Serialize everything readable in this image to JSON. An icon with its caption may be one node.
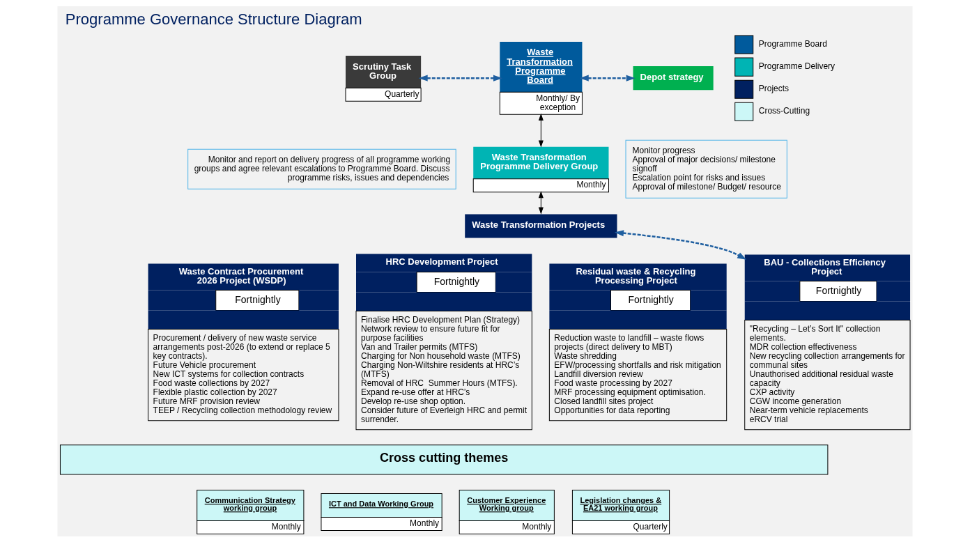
{
  "diagram": {
    "title": "Programme Governance Structure Diagram",
    "nodes": [
      {
        "text": [
          "Scrutiny Task Group"
        ],
        "beside": [
          "Quarterly"
        ]
      },
      {
        "text": [
          "Waste Transformation Programme Board"
        ],
        "beside": [
          "Monthly/ By exception"
        ]
      },
      {
        "text": [
          "Depot strategy"
        ]
      },
      {
        "text": [
          "Monitor progress",
          "Approval of major decisions/ milestone signoff",
          "Escalation point for risks and issues",
          "Approval of milestone/ Budget/ resource"
        ]
      },
      {
        "text": [
          "Waste Transformation Programme Delivery Group"
        ],
        "beside": [
          "Monthly"
        ]
      },
      {
        "text": [
          "Monitor and report on delivery progress of all programme working groups and agree relevant escalations to Programme Board. Discuss programme risks, issues and dependencies"
        ]
      },
      {
        "text": [
          "Waste Transformation Projects"
        ]
      },
      {
        "text": [
          "Waste Contract Procurement 2026 Project (WSDP)",
          "Fortnightly",
          "Procurement / delivery of new waste service arrangements post-2026 (to extend or replace 5 key contracts).",
          "Future Vehicle procurement",
          "New ICT systems for collection contracts",
          "Food waste collections by 2027",
          "Flexible plastic collection by 2027",
          "Future MRF provision review",
          "TEEP / Recycling collection methodology review"
        ]
      },
      {
        "text": [
          "HRC Development Project",
          "Fortnightly",
          "Finalise HRC Development Plan (Strategy)",
          "Network review to ensure future fit for purpose facilities",
          "Van and Trailer permits (MTFS)",
          "Charging for Non household waste (MTFS)",
          "Charging Non-Wiltshire residents at HRC’s (MTFS)",
          "Removal of HRC  Summer Hours (MTFS).",
          "Expand re-use offer at HRC’s",
          "Develop re-use shop option.",
          "Consider future of Everleigh HRC and permit surrender."
        ]
      },
      {
        "text": [
          "Residual waste & Recycling Processing Project",
          "Fortnightly",
          "Reduction waste to landfill – waste flows projects (direct delivery to MBT)",
          "Waste shredding",
          "EFW/processing shortfalls and risk mitigation",
          "Landfill diversion review",
          "Food waste processing by 2027",
          "MRF processing equipment optimisation.",
          "Closed landfill sites project",
          "Opportunities for data reporting"
        ]
      },
      {
        "text": [
          "BAU - Collections Efficiency Project",
          "Fortnightly",
          "\"Recycling – Let’s Sort It\" collection elements.",
          "MDR collection effectiveness",
          "New recycling collection arrangements for communal sites",
          "Unauthorised additional residual waste capacity",
          "CXP activity",
          "CGW income generation",
          "Near-term vehicle replacements",
          "eRCV trial"
        ]
      },
      {
        "text": [
          "Cross cutting themes"
        ]
      },
      {
        "text": [
          "Communication Strategy working group"
        ],
        "beside": [
          "Monthly"
        ]
      },
      {
        "text": [
          "ICT and Data Working Group"
        ],
        "beside": [
          "Monthly"
        ]
      },
      {
        "text": [
          "Customer Experience Working group"
        ],
        "beside": [
          "Monthly"
        ]
      },
      {
        "text": [
          "Legislation changes & EA21 working group"
        ],
        "beside": [
          "Quarterly"
        ]
      }
    ],
    "edges": [
      {
        "from": 0,
        "to": 1,
        "arrow": "both",
        "style": "dashed"
      },
      {
        "from": 1,
        "to": 2,
        "arrow": "both",
        "style": "dashed"
      },
      {
        "from": 1,
        "to": 4,
        "arrow": "both",
        "color": "#000000"
      },
      {
        "from": 4,
        "to": 6,
        "arrow": "both",
        "color": "#000000"
      },
      {
        "from": 6,
        "to": 10,
        "arrow": "both",
        "style": "dashed"
      }
    ],
    "legend": [
      {
        "text": "Programme Board",
        "color": "#005a9c"
      },
      {
        "text": "Programme Delivery",
        "color": "#00b4b4"
      },
      {
        "text": "Projects",
        "color": "#002060"
      },
      {
        "text": "Cross-Cutting",
        "color": "#ccf7f7"
      }
    ]
  }
}
